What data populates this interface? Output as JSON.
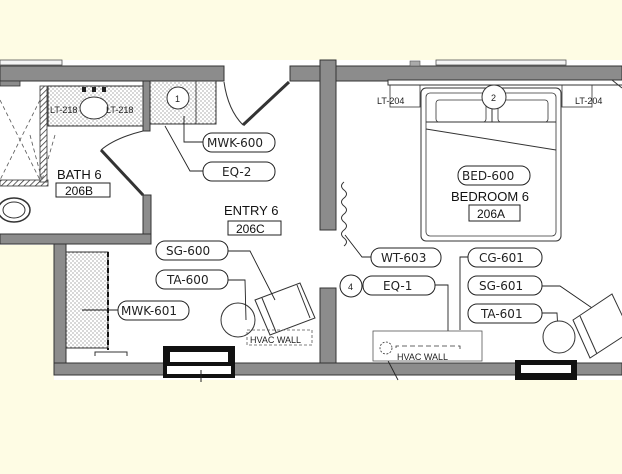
{
  "colors": {
    "background": "#fefce4",
    "sheet": "#ffffff",
    "wall": "#8c8c8c",
    "line": "#222222"
  },
  "rooms": [
    {
      "name": "BATH 6",
      "number": "206B"
    },
    {
      "name": "ENTRY 6",
      "number": "206C"
    },
    {
      "name": "BEDROOM 6",
      "number": "206A"
    }
  ],
  "tags": {
    "mwk600": "MWK-600",
    "eq2": "EQ-2",
    "sg600": "SG-600",
    "ta600": "TA-600",
    "mwk601": "MWK-601",
    "bed600": "BED-600",
    "wt603": "WT-603",
    "eq1": "EQ-1",
    "cg601": "CG-601",
    "sg601": "SG-601",
    "ta601": "TA-601"
  },
  "lights": {
    "bath_left": "LT-218",
    "bath_right": "LT-218",
    "bed_left": "LT-204",
    "bed_right": "LT-204"
  },
  "keynotes": {
    "k1": "1",
    "k2": "2",
    "k4": "4"
  },
  "labels": {
    "hvac_entry": "HVAC WALL",
    "hvac_bed": "HVAC WALL"
  }
}
